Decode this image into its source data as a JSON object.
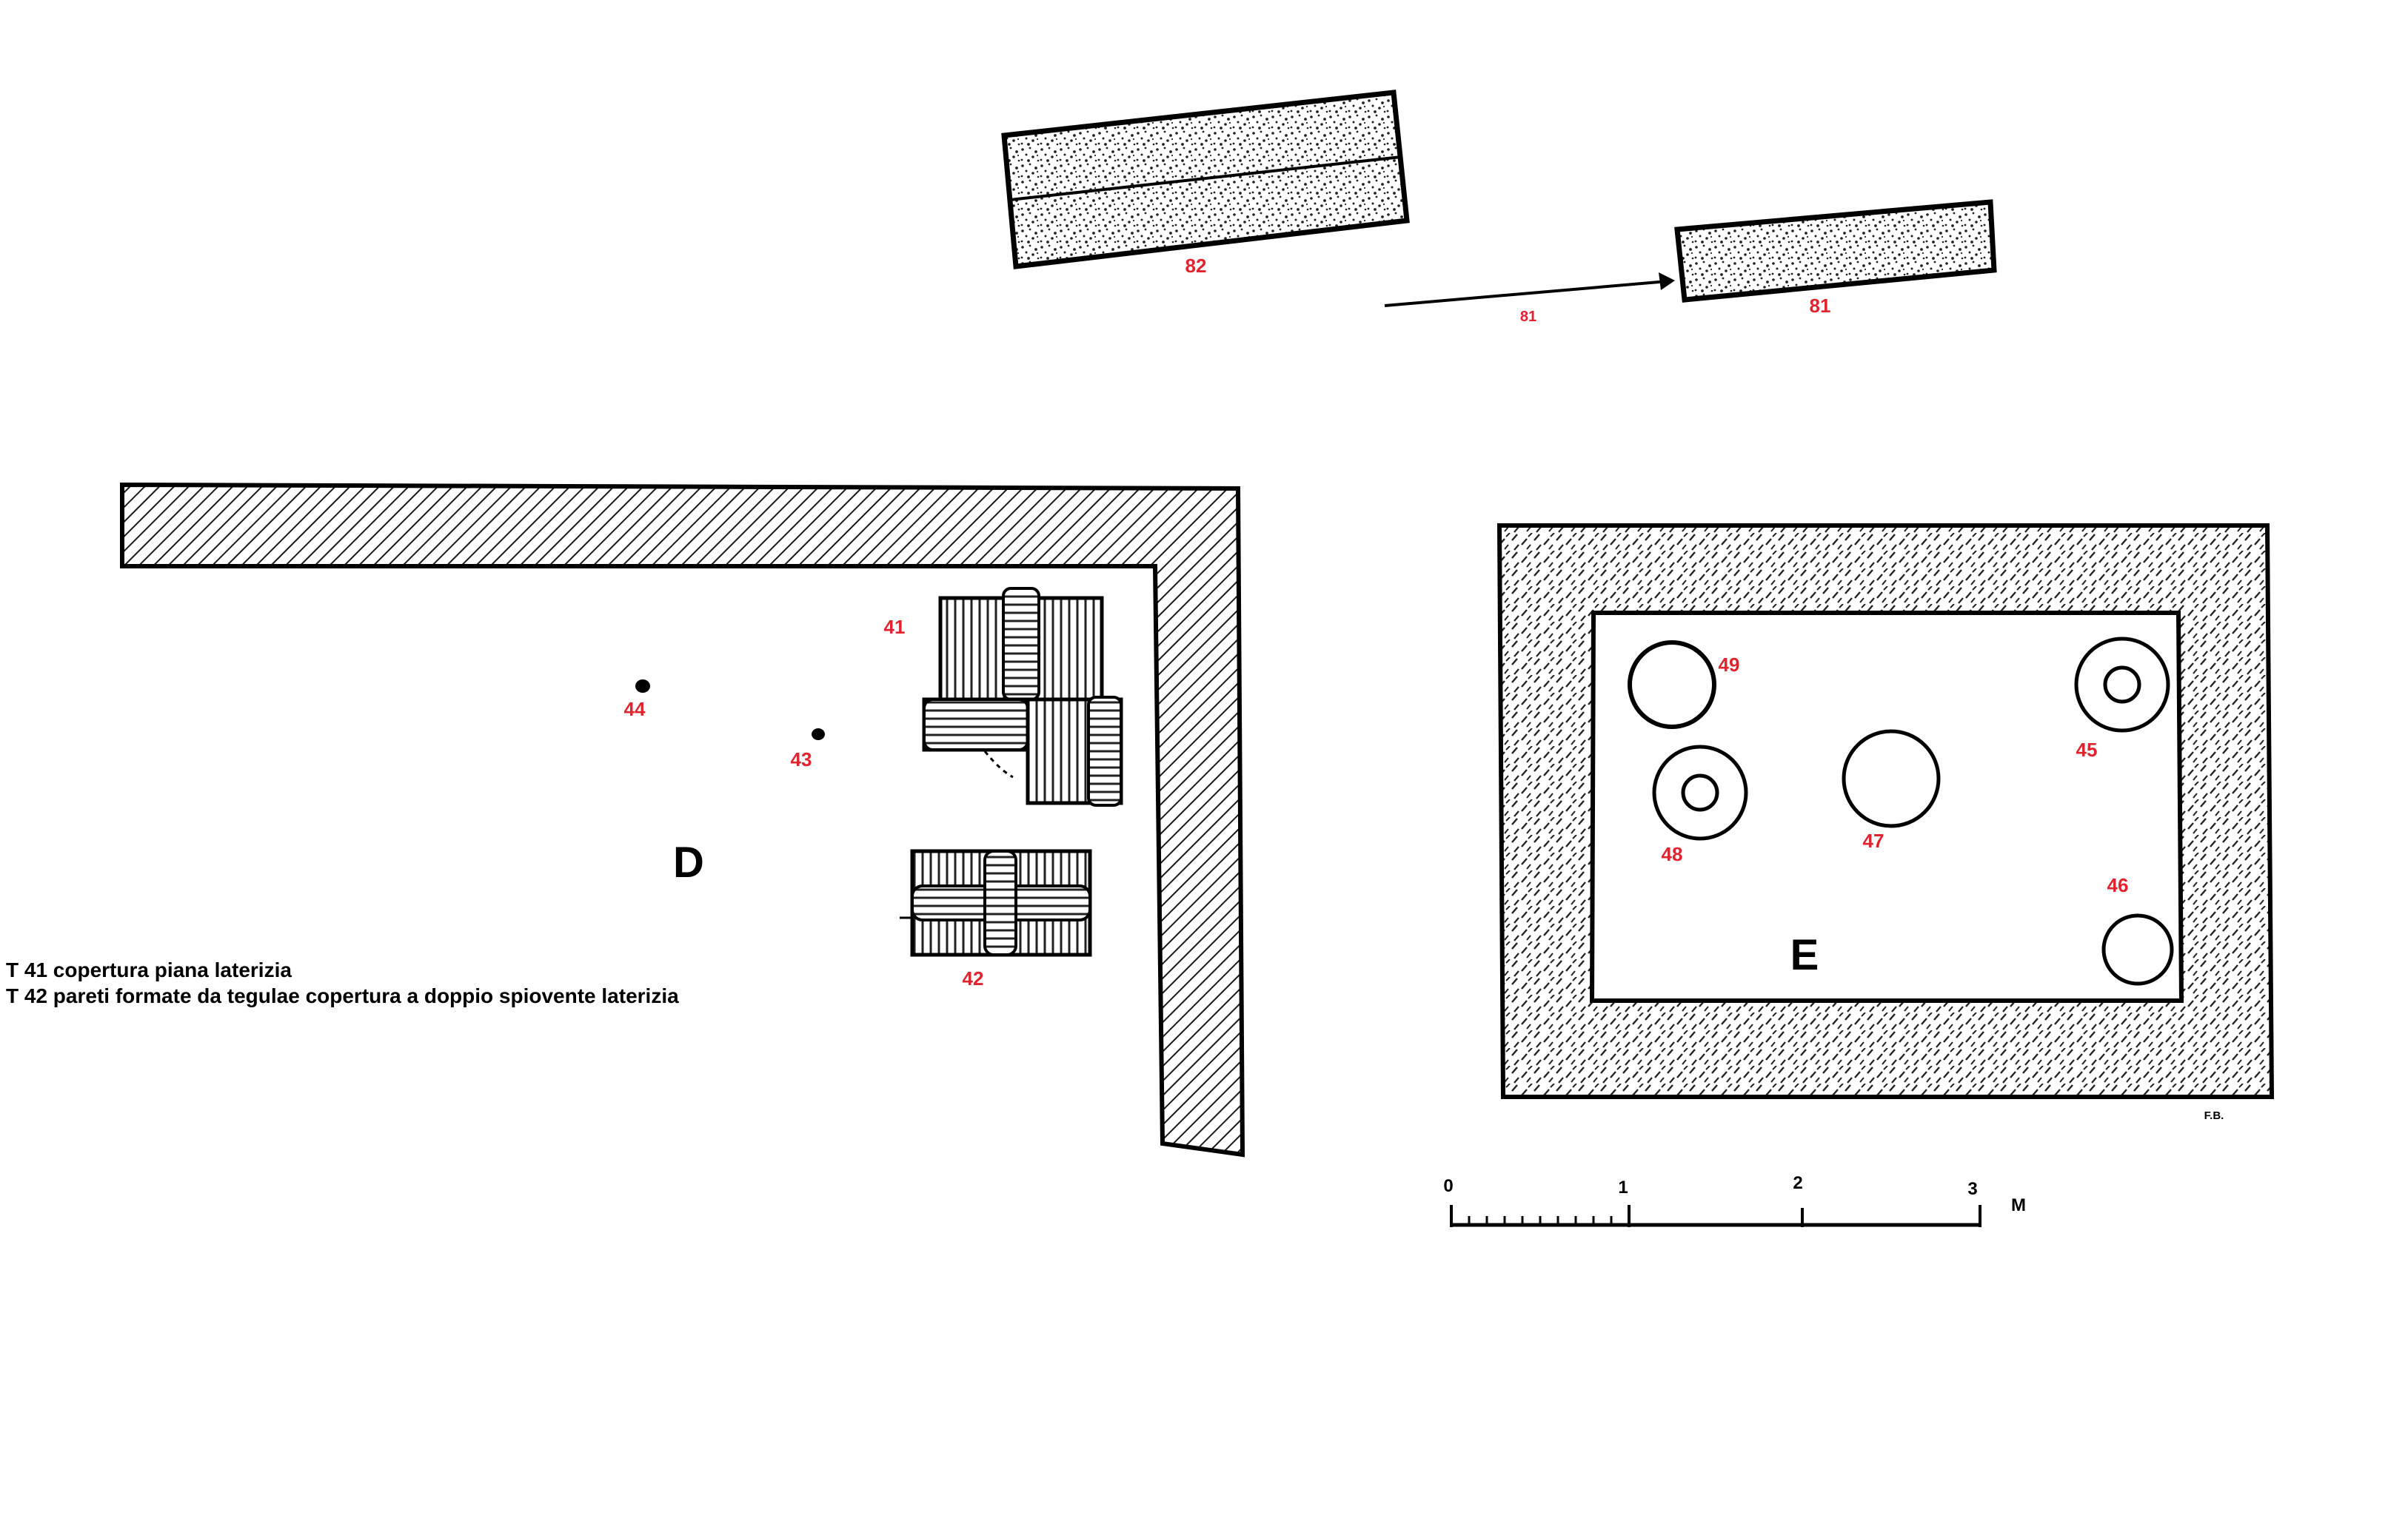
{
  "rooms": {
    "d": "D",
    "e": "E"
  },
  "labels": {
    "t82": "82",
    "t81_line": "81",
    "t81_block": "81",
    "t41": "41",
    "t42": "42",
    "t43": "43",
    "t44": "44",
    "t45": "45",
    "t46": "46",
    "t47": "47",
    "t48": "48",
    "t49": "49"
  },
  "legend": {
    "line1": "T 41  copertura piana laterizia",
    "line2": "T 42  pareti formate da tegulae copertura a doppio spiovente laterizia"
  },
  "scale": {
    "t0": "0",
    "t1": "1",
    "t2": "2",
    "t3": "3",
    "unit": "M"
  },
  "credit": "F.B.",
  "colors": {
    "label_red": "#e0242f",
    "ink": "#000000",
    "paper": "#ffffff"
  }
}
